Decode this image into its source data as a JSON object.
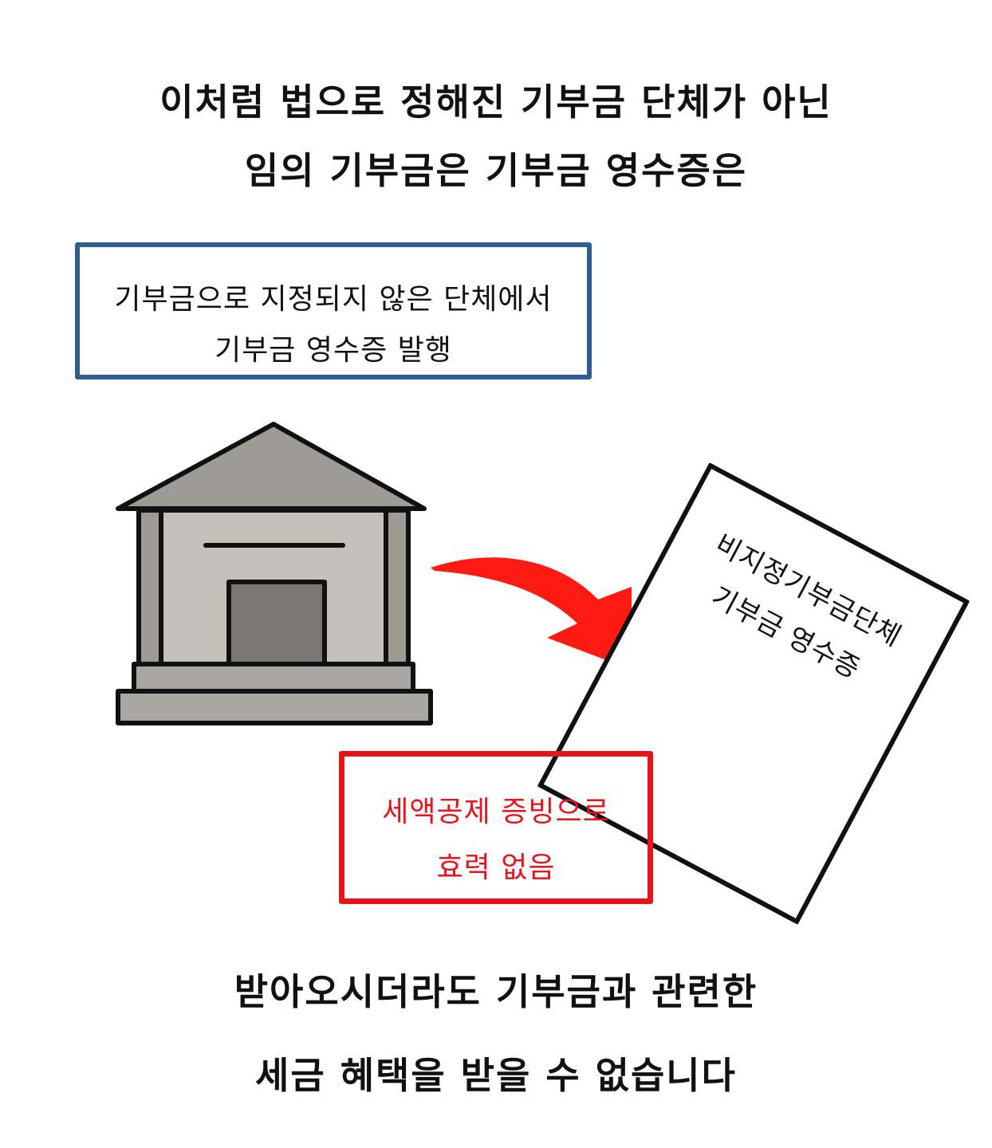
{
  "headline_top": {
    "line1": "이처럼 법으로 정해진 기부금 단체가 아닌",
    "line2": "임의 기부금은 기부금 영수증은"
  },
  "notice_box": {
    "line1": "기부금으로 지정되지 않은 단체에서",
    "line2": "기부금 영수증 발행"
  },
  "receipt": {
    "line1": "비지정기부금단체",
    "line2": "기부금 영수증"
  },
  "warning_box": {
    "line1": "세액공제 증빙으로",
    "line2": "효력 없음"
  },
  "headline_bottom": {
    "line1": "받아오시더라도 기부금과 관련한",
    "line2": "세금 혜택을 받을 수 없습니다"
  },
  "colors": {
    "notice_border": "#2d5f95",
    "warning": "#e8131b",
    "arrow": "#ff1a12",
    "roof": "#9c9b96",
    "wall": "#c4c0ba",
    "door": "#7a7874",
    "stone": "#a9a7a2"
  },
  "illustration": {
    "building": "building-icon",
    "arrow": "curved-arrow-icon",
    "document": "document-icon"
  }
}
